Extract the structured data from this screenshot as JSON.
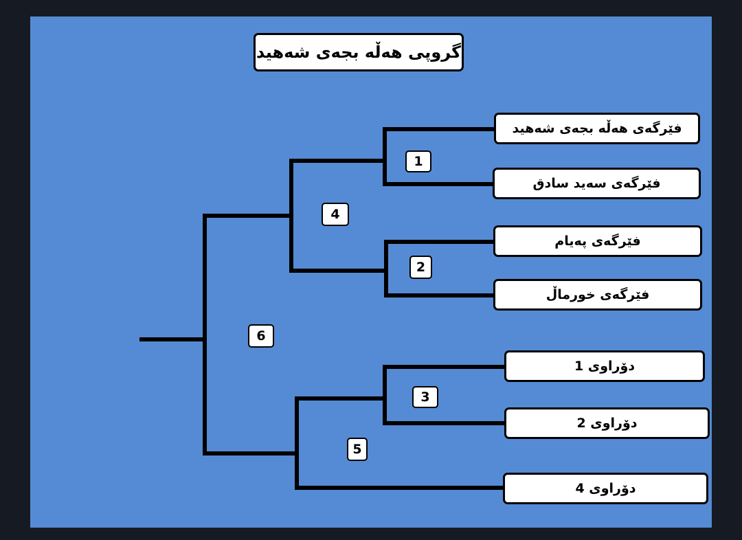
{
  "title": "گروپی هەڵە بجەی شەهید",
  "teams": [
    "فێرگەی هەڵە بجەی شەهید",
    "فێرگەی  سەید سادق",
    "فێرگەی  پەیام",
    "فێرگەی  خورماڵ",
    "دۆراوی 1",
    "دۆراوی 2",
    "دۆراوی 4"
  ],
  "matches": [
    "1",
    "2",
    "3",
    "4",
    "5",
    "6"
  ]
}
